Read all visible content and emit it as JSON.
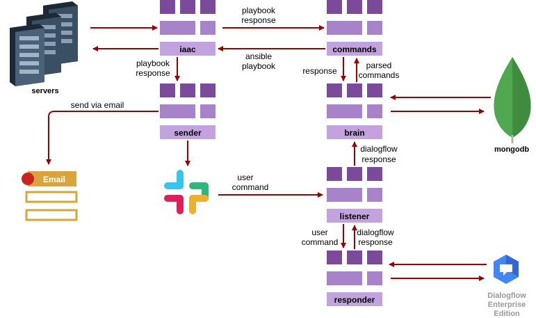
{
  "colors": {
    "queue_dark": "#7b4a9b",
    "queue_light": "#a883c9",
    "label_box": "#c3a3dd",
    "arrow": "#990000",
    "email_accent": "#d9a43b",
    "dialogflow_blue": "#4285f4"
  },
  "services": {
    "iaac": "iaac",
    "commands": "commands",
    "sender": "sender",
    "brain": "brain",
    "listener": "listener",
    "responder": "responder"
  },
  "external": {
    "servers": "servers",
    "mongodb": "mongodb",
    "email": "Email",
    "dialogflow": [
      "Dialogflow",
      "Enterprise",
      "Edition"
    ]
  },
  "edges": {
    "iaac_to_commands": [
      "playbook",
      "response"
    ],
    "commands_to_iaac": [
      "ansible",
      "playbook"
    ],
    "iaac_to_sender": [
      "playbook",
      "response"
    ],
    "sender_to_email": [
      "send via email"
    ],
    "commands_to_brain": [
      "response"
    ],
    "brain_to_commands": [
      "parsed",
      "commands"
    ],
    "listener_to_brain": [
      "dialogflow",
      "response"
    ],
    "slack_to_listener": [
      "user",
      "command"
    ],
    "listener_to_responder": [
      "user",
      "command"
    ],
    "responder_to_listener": [
      "dialogflow",
      "response"
    ]
  },
  "icons": {
    "servers": "server-rack-icon",
    "mongodb": "mongodb-leaf-icon",
    "email": "email-form-icon",
    "slack": "slack-logo-icon",
    "dialogflow": "dialogflow-logo-icon"
  }
}
